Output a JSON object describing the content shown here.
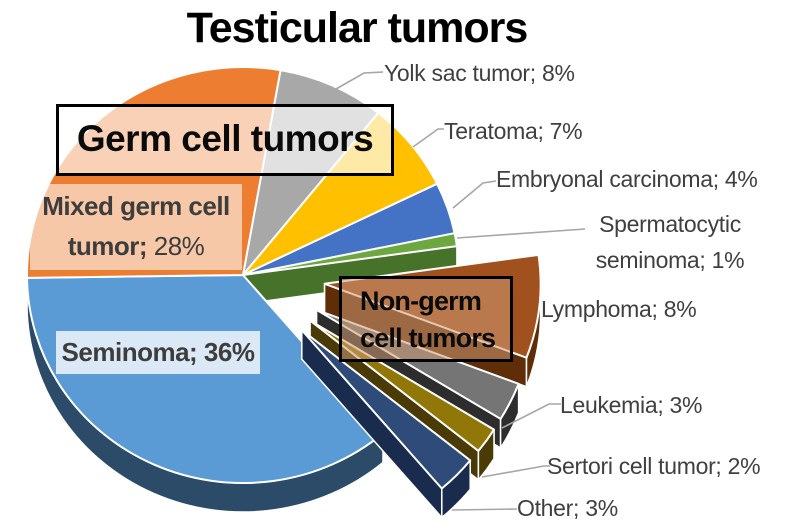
{
  "title": "Testicular tumors",
  "groups": {
    "germ_label": "Germ cell tumors",
    "non_germ_label": "Non-germ cell tumors"
  },
  "inner_labels": {
    "seminoma": "Seminoma; 36%",
    "mixed_line1": "Mixed germ cell",
    "mixed_line2_bold": "tumor;",
    "mixed_line2_rest": " 28%"
  },
  "label_format": "name; value%",
  "colors": {
    "background": "#ffffff",
    "title_text": "#000000",
    "callout_text": "#3f3f3f",
    "leader_line": "#a6a6a6",
    "box_border": "#000000",
    "germ_box_fill": "rgba(255,255,255,0.65)",
    "non_germ_box_fill": "rgba(205,155,115,0.55)"
  },
  "chart_data": {
    "type": "pie",
    "style": "3d-exploded",
    "title": "Testicular tumors",
    "unit": "%",
    "start_angle_deg": 10,
    "direction": "clockwise from 12 o'clock",
    "legend": "none (data labels with leader lines)",
    "slices": [
      {
        "label": "Yolk sac tumor",
        "value": 8,
        "color": "#a8a8a8",
        "side_color": "#6f6f6f",
        "group": "Germ cell tumors",
        "exploded": false
      },
      {
        "label": "Teratoma",
        "value": 7,
        "color": "#ffc000",
        "side_color": "#a97f00",
        "group": "Germ cell tumors",
        "exploded": false
      },
      {
        "label": "Embryonal carcinoma",
        "value": 4,
        "color": "#4472c4",
        "side_color": "#2a4a85",
        "group": "Germ cell tumors",
        "exploded": false
      },
      {
        "label": "Spermatocytic seminoma",
        "value": 1,
        "color": "#6ca83f",
        "side_color": "#47722a",
        "group": "Germ cell tumors",
        "exploded": false
      },
      {
        "label": "Lymphoma",
        "value": 8,
        "color": "#a0511d",
        "side_color": "#5f2d08",
        "group": "Non-germ cell tumors",
        "exploded": true
      },
      {
        "label": "Leukemia",
        "value": 3,
        "color": "#757575",
        "side_color": "#2d2d2d",
        "group": "Non-germ cell tumors",
        "exploded": true
      },
      {
        "label": "Sertori cell tumor",
        "value": 2,
        "color": "#917708",
        "side_color": "#4a3b06",
        "group": "Non-germ cell tumors",
        "exploded": true
      },
      {
        "label": "Other",
        "value": 3,
        "color": "#2e4b7a",
        "side_color": "#192c4d",
        "group": "Non-germ cell tumors",
        "exploded": true
      },
      {
        "label": "Seminoma",
        "value": 36,
        "color": "#5b9bd5",
        "side_color": "#2b4b68",
        "group": "Germ cell tumors",
        "exploded": false
      },
      {
        "label": "Mixed germ cell tumor",
        "value": 28,
        "color": "#ed7d31",
        "side_color": "#9c4e16",
        "group": "Germ cell tumors",
        "exploded": false
      }
    ]
  }
}
